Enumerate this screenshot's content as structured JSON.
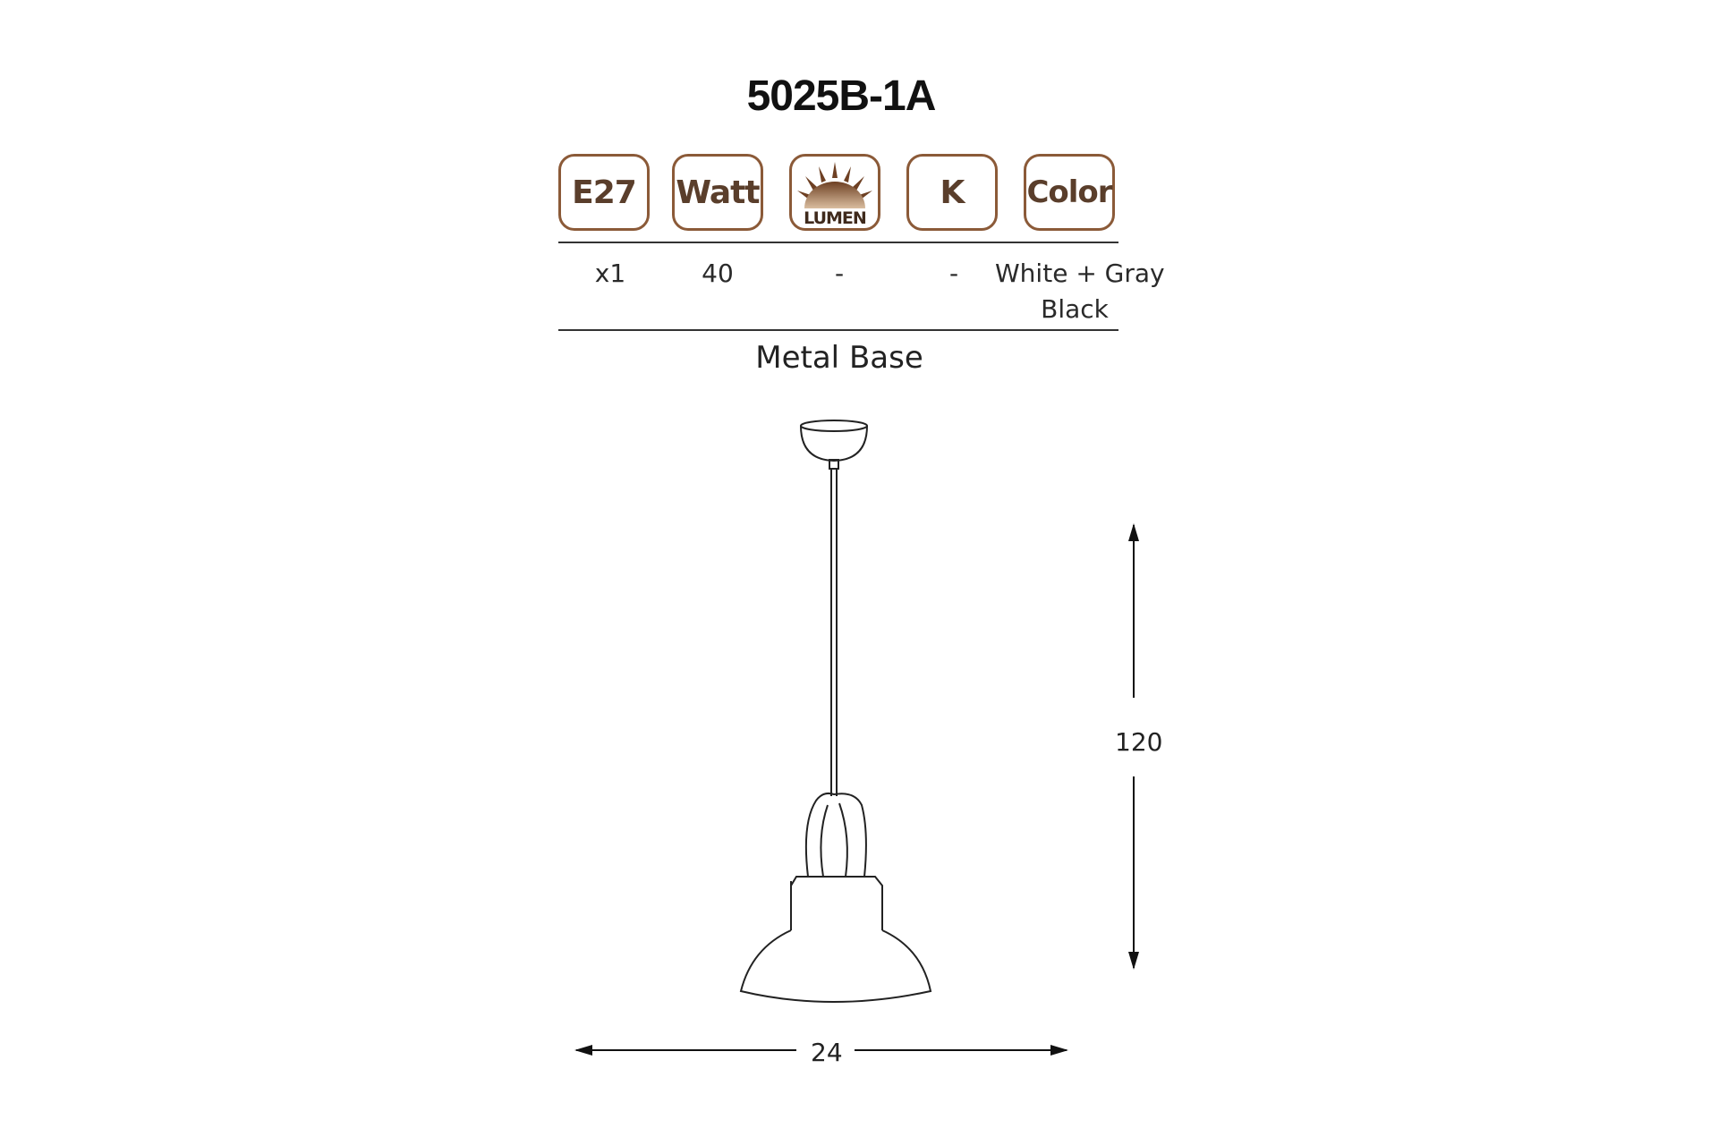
{
  "product": {
    "code": "5025B-1A"
  },
  "spec_icons": [
    {
      "name": "socket",
      "label": "E27"
    },
    {
      "name": "watt",
      "label": "Watt"
    },
    {
      "name": "lumen",
      "label": "LUMEN",
      "icon": "sun-icon"
    },
    {
      "name": "kelvin",
      "label": "K"
    },
    {
      "name": "color",
      "label": "Color"
    }
  ],
  "spec_values": {
    "socket": "x1",
    "watt": "40",
    "lumen": "-",
    "kelvin": "-",
    "color_line1": "White + Gray",
    "color_line2": "Black"
  },
  "base_note": "Metal Base",
  "dimensions": {
    "height": "120",
    "width": "24"
  },
  "colors": {
    "icon_border": "#8b5a38",
    "icon_text": "#5a3e2b",
    "lumen_gradient_top": "#7a4a2a",
    "lumen_gradient_bottom": "#d6b89a"
  }
}
